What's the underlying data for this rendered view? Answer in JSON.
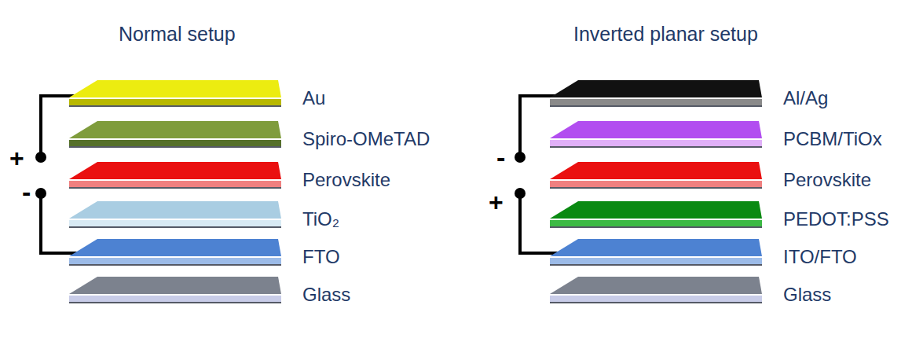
{
  "diagram": {
    "nodes": [
      {
        "text": [
          "Au"
        ]
      },
      {
        "text": [
          "Spiro-OMeTAD"
        ]
      },
      {
        "text": [
          "Perovskite"
        ]
      },
      {
        "text": [
          "TiO₂"
        ]
      },
      {
        "text": [
          "FTO"
        ]
      },
      {
        "text": [
          "Glass"
        ]
      },
      {
        "text": [
          "Al/Ag"
        ]
      },
      {
        "text": [
          "PCBM/TiOx"
        ]
      },
      {
        "text": [
          "Perovskite"
        ]
      },
      {
        "text": [
          "PEDOT:PSS"
        ]
      },
      {
        "text": [
          "ITO/FTO"
        ]
      },
      {
        "text": [
          "Glass"
        ]
      }
    ],
    "labels": [
      "Normal setup",
      "Inverted planar setup",
      "+",
      "-",
      "-",
      "+"
    ]
  }
}
